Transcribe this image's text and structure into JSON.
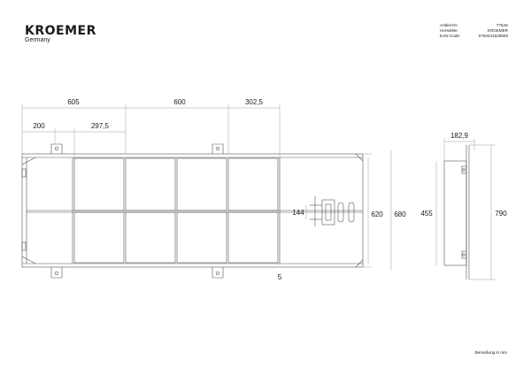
{
  "brand": {
    "name": "KROEMER",
    "country": "Germany"
  },
  "info": {
    "labels": [
      "Artikel-Nr.:",
      "Hersteller:",
      "EAN-Code:"
    ],
    "values": [
      "7754S",
      "KROEMER",
      "0750441629600"
    ]
  },
  "dimensions": {
    "top_1": "605",
    "top_2": "600",
    "top_3": "302,5",
    "sub_1": "200",
    "sub_2": "297,5",
    "height_1": "620",
    "height_2": "680",
    "clamp": "144",
    "bottom": "5",
    "side_width": "182,9",
    "side_inner": "455",
    "side_outer": "790"
  },
  "footnote": "Bemaßung in mm",
  "colors": {
    "line": "#555555",
    "thin": "#888888"
  }
}
